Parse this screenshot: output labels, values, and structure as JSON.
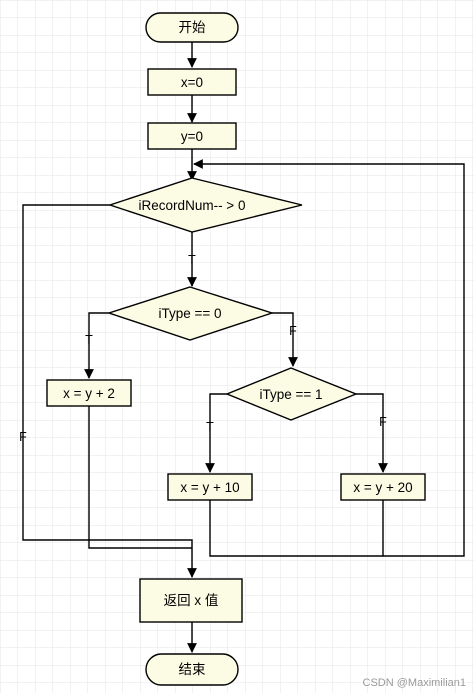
{
  "nodes": {
    "start": "开始",
    "init_x": "x=0",
    "init_y": "y=0",
    "loop_cond": "iRecordNum-- > 0",
    "itype_zero": "iType == 0",
    "itype_one": "iType == 1",
    "assign_2": "x = y + 2",
    "assign_10": "x = y + 10",
    "assign_20": "x = y + 20",
    "return": "返回 x 值",
    "end": "结束"
  },
  "edge_labels": {
    "loop_true": "T",
    "loop_false": "F",
    "zero_true": "T",
    "zero_false": "F",
    "one_true": "T",
    "one_false": "F"
  },
  "watermark": "CSDN @Maximilian1",
  "colors": {
    "node_fill": "#fcfbe3",
    "grid": "#e4e4e4",
    "stroke": "#000000"
  }
}
